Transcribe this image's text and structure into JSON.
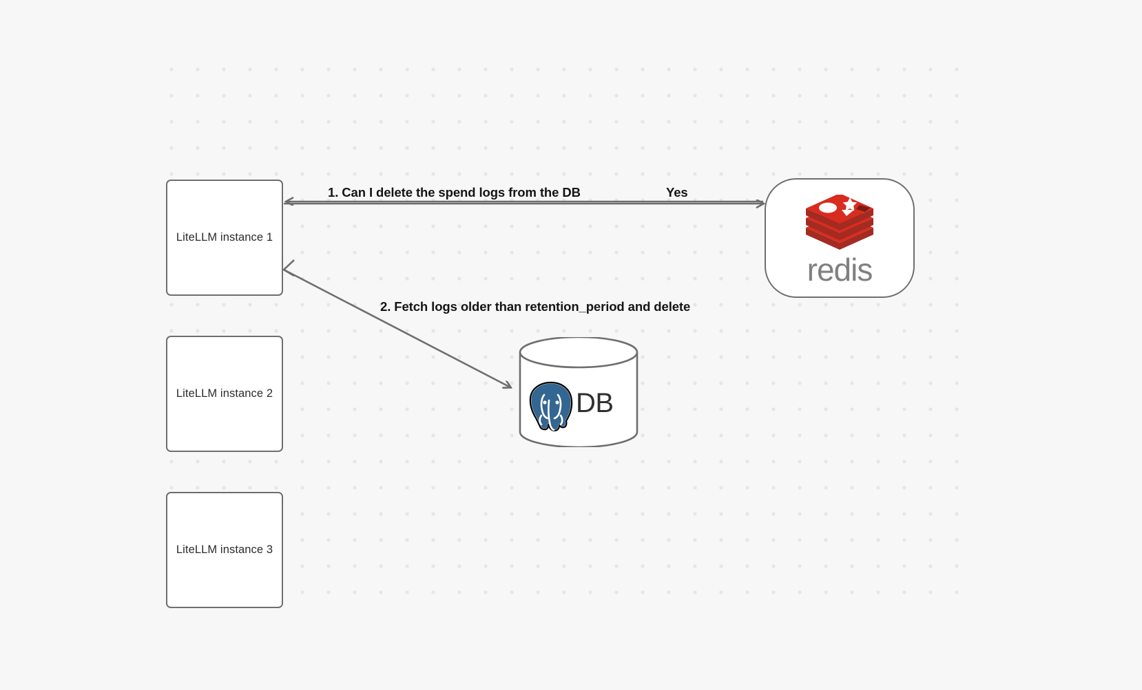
{
  "canvas": {
    "background_color": "#f7f7f7",
    "grid_dot_color": "#e6e6e6"
  },
  "nodes": [
    {
      "id": "litellm-1",
      "label": "LiteLLM instance 1",
      "type": "box",
      "border_color": "#6e6e6e",
      "fill_color": "#ffffff"
    },
    {
      "id": "litellm-2",
      "label": "LiteLLM instance 2",
      "type": "box",
      "border_color": "#6e6e6e",
      "fill_color": "#ffffff"
    },
    {
      "id": "litellm-3",
      "label": "LiteLLM instance 3",
      "type": "box",
      "border_color": "#6e6e6e",
      "fill_color": "#ffffff"
    },
    {
      "id": "redis",
      "label": "redis",
      "type": "rounded-node",
      "icon": "redis-logo-icon",
      "logo_color": "#d82c20",
      "wordmark_color": "#808080"
    },
    {
      "id": "postgres-db",
      "label": "DB",
      "type": "cylinder",
      "icon": "postgresql-elephant-icon",
      "logo_color": "#336791",
      "border_color": "#6e6e6e"
    }
  ],
  "edges": [
    {
      "id": "edge-1",
      "label": "1.  Can I delete the spend logs from the DB",
      "from": "litellm-1",
      "to": "redis",
      "color": "#6e6e6e"
    },
    {
      "id": "edge-1-reply",
      "label": "Yes",
      "from": "redis",
      "to": "litellm-1",
      "color": "#6e6e6e"
    },
    {
      "id": "edge-2",
      "label": "2.  Fetch logs older than retention_period and delete",
      "from": "litellm-1",
      "to": "postgres-db",
      "color": "#6e6e6e"
    }
  ]
}
